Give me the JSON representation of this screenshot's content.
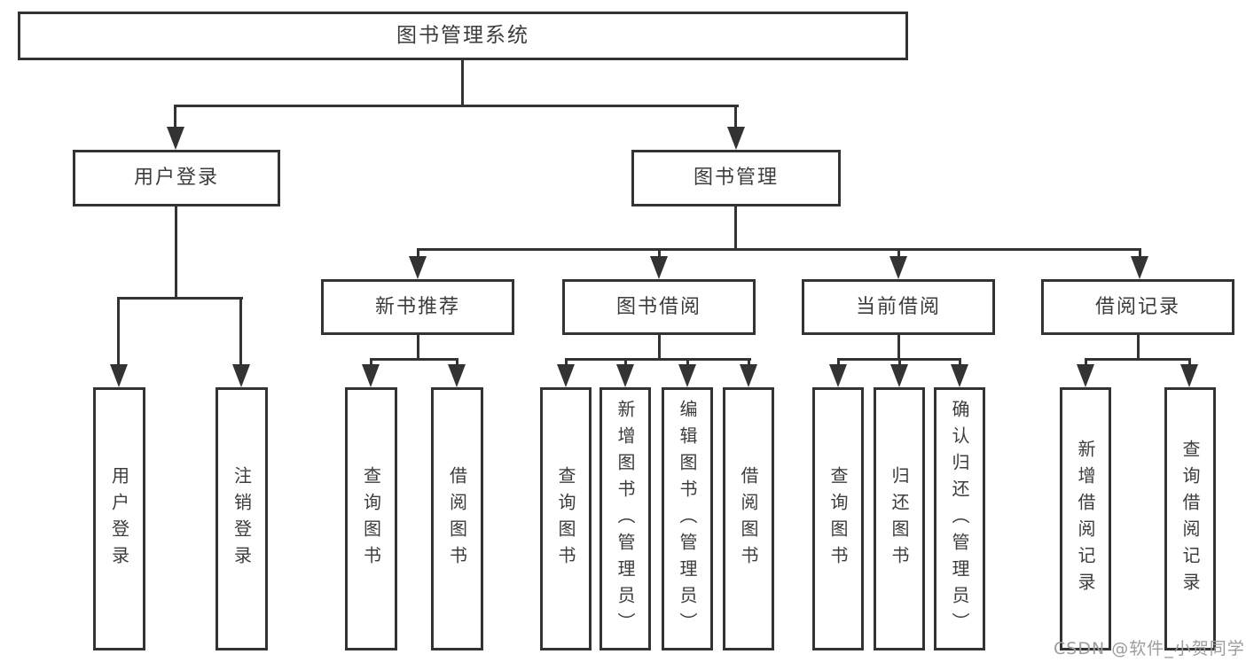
{
  "tree": {
    "root": "图书管理系统",
    "level2": [
      "用户登录",
      "图书管理"
    ],
    "level3": [
      "新书推荐",
      "图书借阅",
      "当前借阅",
      "借阅记录"
    ],
    "leaves": {
      "user_login": [
        "用户登录",
        "注销登录"
      ],
      "new_book_recommend": [
        "查询图书",
        "借阅图书"
      ],
      "book_borrow": [
        "查询图书",
        "新增图书（管理员）",
        "编辑图书（管理员）",
        "借阅图书"
      ],
      "current_borrow": [
        "查询图书",
        "归还图书",
        "确认归还（管理员）"
      ],
      "borrow_records": [
        "新增借阅记录",
        "查询借阅记录"
      ]
    }
  },
  "watermark": "CSDN @软件_小贺同学",
  "colors": {
    "line": "#333333",
    "text": "#3c3c3c",
    "background": "#ffffff",
    "watermark": "#9c9c9c"
  }
}
